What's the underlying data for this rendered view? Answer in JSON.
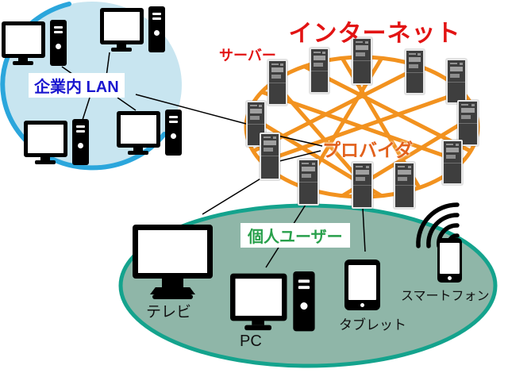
{
  "diagram": {
    "internet": {
      "title": "インターネット",
      "server_label": "サーバー",
      "provider_label": "プロバイダ",
      "server_count": 12
    },
    "corporate_lan": {
      "label": "企業内 LAN",
      "computer_count": 4
    },
    "personal_users": {
      "label": "個人ユーザー",
      "devices": [
        {
          "id": "tv",
          "label": "テレビ"
        },
        {
          "id": "pc",
          "label": "PC"
        },
        {
          "id": "tablet",
          "label": "タブレット"
        },
        {
          "id": "smartphone",
          "label": "スマートフォン"
        }
      ]
    }
  },
  "colors": {
    "title-red": "#e21313",
    "lan-text-blue": "#1a17cf",
    "provider-orange": "#e2611c",
    "users-green": "#28a04b",
    "ring-orange": "#f2921f",
    "lan-fill": "#c8e5f0",
    "lan-stroke": "#2ba6dc",
    "users-fill": "#8fb6a8",
    "users-stroke": "#14a38d",
    "server-body": "#3e3e3e"
  }
}
